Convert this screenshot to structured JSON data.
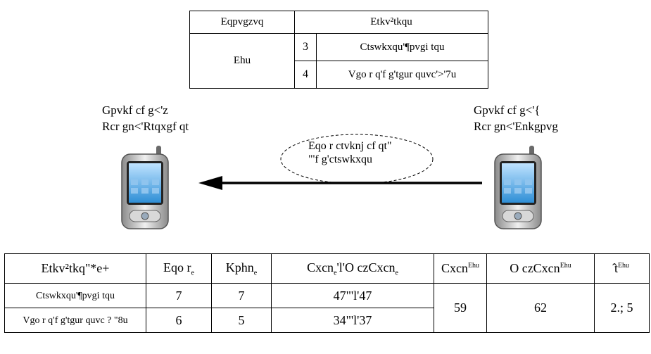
{
  "criteria_table": {
    "header_connection": "Eqpvgzvq",
    "header_criteria": "Etkv²tkqu",
    "connection": "Ehu",
    "rows": [
      {
        "num": "3",
        "label": "Ctswkxqu'¶pvgi tqu"
      },
      {
        "num": "4",
        "label": "Vgo r q'f g'tgur quvc'>'7u"
      }
    ]
  },
  "sender": {
    "line1": "Gpvkf cf g<'z",
    "line2": "Rcr gn<'Rtqxgf qt"
  },
  "receiver": {
    "line1": "Gpvkf cf g<'{",
    "line2": "Rcr gn<'Enkgpvg"
  },
  "message": {
    "line1": "Eqo r ctvknj cf qt\"",
    "line2": "\"'f g'ctswkxqu"
  },
  "results_table": {
    "headers": {
      "criterion": "Etkv²tkq\"*e+",
      "comp": "Eqo r",
      "comp_sub": "e",
      "infl": "Kphn",
      "infl_sub": "e",
      "aval_a": "Cxcn",
      "aval_mid": "'l'O czCxcn",
      "aval_b": "e",
      "aval_conn": "Cxcn",
      "aval_conn_sup": "Ehu",
      "maxaval_conn": "O czCxcn",
      "maxaval_conn_sup": "Ehu",
      "trust": "t",
      "trust_sup": "Ehu"
    },
    "rows": [
      {
        "criterion": "Ctswkxqu'¶pvgi tqu",
        "comp": "7",
        "infl": "7",
        "aval": "47\"'l'47"
      },
      {
        "criterion": "Vgo r q'f g'tgur quvc ? \"8u",
        "comp": "6",
        "infl": "5",
        "aval": "34\"'l'37"
      }
    ],
    "aval_conn": "59",
    "maxaval_conn": "62",
    "trust": "2.; 5"
  }
}
